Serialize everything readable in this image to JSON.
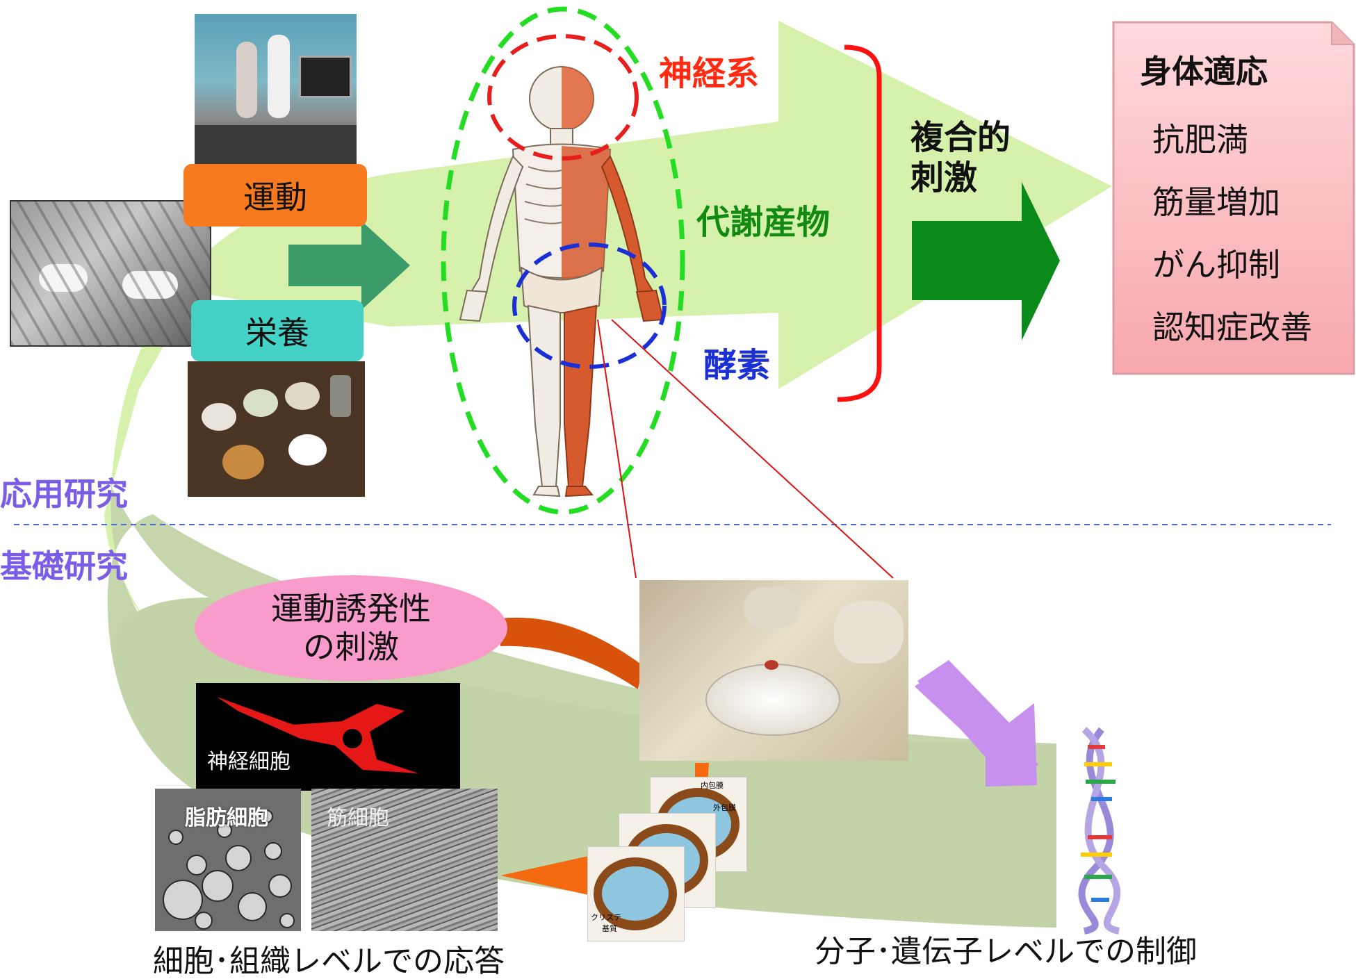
{
  "labels": {
    "exercise": "運動",
    "nutrition": "栄養",
    "applied_research": "応用研究",
    "basic_research": "基礎研究",
    "nervous_system": "神経系",
    "metabolites": "代謝産物",
    "enzymes": "酵素",
    "complex_stimulus": "複合的\n刺激",
    "exercise_induced_stimulus": "運動誘発性\nの刺激",
    "nerve_cell": "神経細胞",
    "fat_cell": "脂肪細胞",
    "muscle_cell": "筋細胞",
    "cell_tissue_response": "細胞･組織レベルでの応答",
    "molecular_gene_control": "分子･遺伝子レベルでの制御"
  },
  "mito_labels": {
    "inner_membrane": "内包膜",
    "outer_membrane": "外包膜",
    "cristae": "クリステ",
    "matrix": "基質"
  },
  "result_box": {
    "title": "身体適応",
    "items": [
      "抗肥満",
      "筋量増加",
      "がん抑制",
      "認知症改善"
    ]
  },
  "colors": {
    "light_green": "#d4f0a8",
    "olive_band": "#c2d3a8",
    "dark_green_arrow": "#0b8a1c",
    "teal_arrow": "#3a9a68",
    "orange_box": "#f77a1e",
    "teal_box": "#45d2c6",
    "pink_ellipse": "#f99bcb",
    "red_text": "#ff2a10",
    "green_text": "#128a12",
    "blue_text": "#1a2fd6",
    "lavender_text": "#7a5ce6",
    "result_pink": "#fbc4c8"
  }
}
